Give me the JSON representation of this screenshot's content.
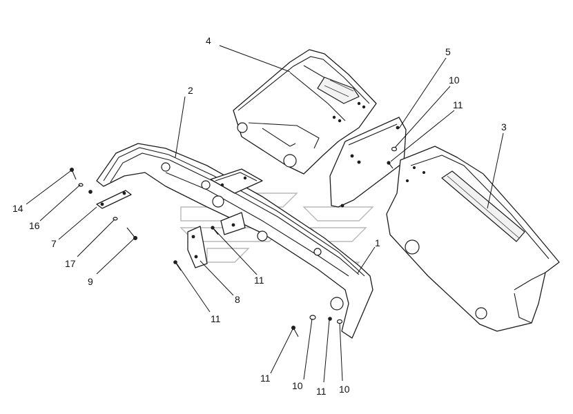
{
  "callouts": {
    "c1": "1",
    "c2": "2",
    "c3": "3",
    "c4": "4",
    "c5": "5",
    "c7": "7",
    "c8": "8",
    "c9": "9",
    "c10a": "10",
    "c10b": "10",
    "c10c": "10",
    "c11a": "11",
    "c11b": "11",
    "c11c": "11",
    "c11d": "11",
    "c11e": "11",
    "c14": "14",
    "c16": "16",
    "c17": "17"
  }
}
